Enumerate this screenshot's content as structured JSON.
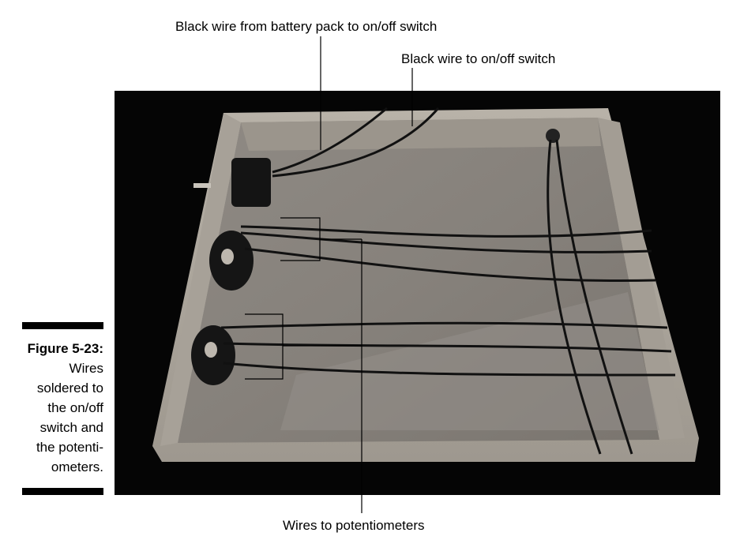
{
  "callouts": {
    "battery_wire": "Black wire from battery pack to on/off switch",
    "switch_wire": "Black wire to on/off switch",
    "potentiometer_wires": "Wires to potentiometers"
  },
  "caption": {
    "figure_label": "Figure 5-23:",
    "lines": [
      "Wires",
      "soldered to",
      "the on/off",
      "switch and",
      "the potenti-",
      "ometers."
    ]
  },
  "colors": {
    "background": "#ffffff",
    "photo_background": "#050505",
    "wood_frame": "#a9a39a",
    "board": "#8c8680",
    "wire": "#111111",
    "rule": "#000000"
  }
}
